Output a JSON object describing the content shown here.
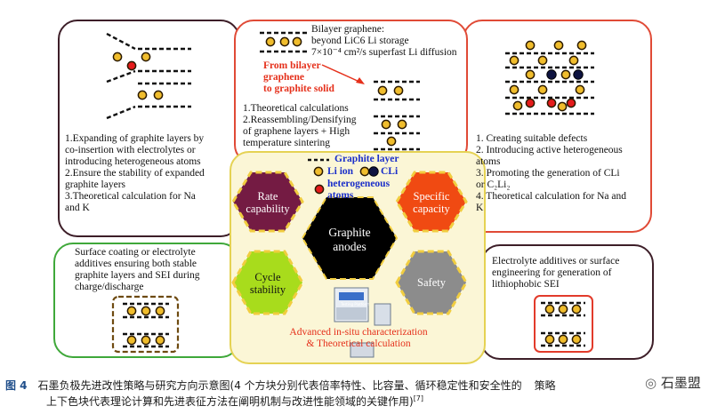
{
  "top_middle": {
    "title_lines": [
      "Bilayer graphene:",
      "beyond LiC6 Li storage",
      "7×10⁻⁴ cm²/s superfast Li diffusion"
    ],
    "red_lines": [
      "From bilayer",
      "graphene",
      "to graphite solid"
    ],
    "list": [
      "1.Theoretical calculations",
      "2.Reassembling/Densifying",
      "of graphene layers + High",
      "temperature sintering"
    ]
  },
  "top_left": {
    "list": [
      "1.Expanding of graphite layers by",
      "co-insertion with electrolytes or",
      "introducing heterogeneous atoms",
      "2.Ensure the stability of expanded",
      "graphite layers",
      "3.Theoretical calculation for Na",
      "and K"
    ]
  },
  "top_right": {
    "list": [
      "1. Creating suitable defects",
      "2. Introducing active heterogeneous",
      "atoms",
      "3. Promoting the generation of CLi",
      "or C₂Li₂",
      "4. Theoretical calculation for Na and",
      "K"
    ]
  },
  "bottom_left": {
    "list": [
      "Surface coating or electrolyte",
      "additives ensuring both stable",
      "graphite layers and SEI during",
      "charge/discharge"
    ]
  },
  "bottom_right": {
    "list": [
      "Electrolyte additives or surface",
      "engineering for generation of",
      "lithiophobic SEI"
    ]
  },
  "legend": {
    "graphite_layer": "Graphite layer",
    "li_ion": "Li ion",
    "cli": "CLi",
    "hetero": [
      "heterogeneous",
      "atoms"
    ]
  },
  "hexagons": {
    "rate": [
      "Rate",
      "capability"
    ],
    "specific": [
      "Specific",
      "capacity"
    ],
    "center": [
      "Graphite",
      "anodes"
    ],
    "cycle": [
      "Cycle",
      "stability"
    ],
    "safety": "Safety"
  },
  "colors": {
    "rate": "#741b43",
    "specific": "#f04a12",
    "center": "#000000",
    "cycle": "#a8dc1c",
    "safety": "#8c8c8c",
    "panel_red": "#e04a36",
    "panel_dark": "#3d1e28",
    "panel_green": "#3fa83a",
    "panel_center": "#e5d253",
    "hex_outline": "#f1cd3f"
  },
  "bottom_center": {
    "lines": [
      "Advanced in-situ characterization",
      "& Theoretical calculation"
    ],
    "device_label": "Testing Platform"
  },
  "caption": {
    "fig": "图 4",
    "line1": "石墨负极先进改性策略与研究方向示意图(4 个方块分别代表倍率特性、比容量、循环稳定性和安全性的",
    "line1_tail": "策略",
    "line2": "上下色块代表理论计算和先进表征方法在阐明机制与改进性能领域的关键作用)",
    "ref": "[7]",
    "watermark": "石墨盟"
  }
}
